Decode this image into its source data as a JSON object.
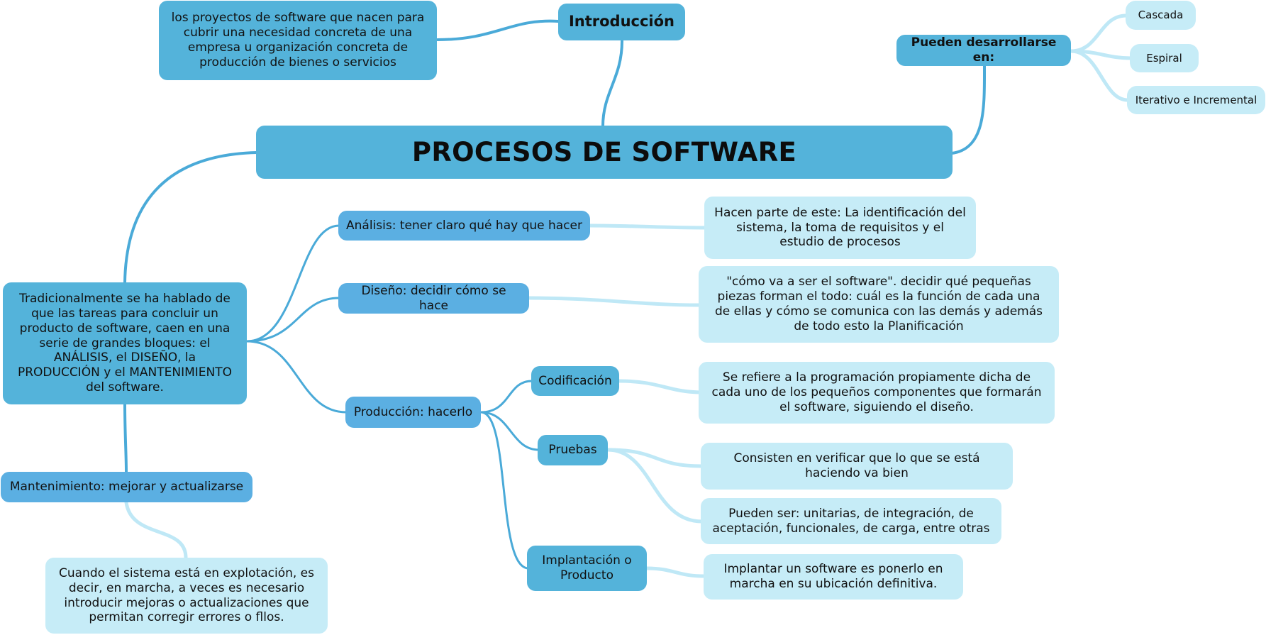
{
  "central": "PROCESOS DE SOFTWARE",
  "introduccion": {
    "label": "Introducción",
    "text": "los proyectos de software que nacen para cubrir una necesidad concreta de una empresa u organización concreta de producción de bienes o servicios"
  },
  "desarrollo": {
    "label": "Pueden desarrollarse en:",
    "items": [
      "Cascada",
      "Espiral",
      "Iterativo e Incremental"
    ]
  },
  "tradicional": "Tradicionalmente se ha hablado de que las tareas para concluir un producto de software, caen en una serie de grandes bloques: el ANÁLISIS, el DISEÑO, la PRODUCCIÓN y el MANTENIMIENTO del software.",
  "analisis": {
    "label": "Análisis: tener claro qué hay que hacer",
    "detail": "Hacen parte de este: La identificación del sistema, la toma de requisitos y el estudio de procesos"
  },
  "diseno": {
    "label": "Diseño: decidir cómo se hace",
    "detail": "\"cómo va a ser el software\". decidir qué pequeñas piezas forman el todo: cuál es la función de cada una de ellas y cómo se comunica con las demás y además de todo esto la Planificación"
  },
  "produccion": {
    "label": "Producción: hacerlo",
    "codificacion": {
      "label": "Codificación",
      "detail": "Se refiere a la programación propiamente dicha de cada uno de los pequeños componentes que formarán el software, siguiendo el diseño."
    },
    "pruebas": {
      "label": "Pruebas",
      "detail1": "Consisten en verificar que lo que se está haciendo va bien",
      "detail2": "Pueden ser: unitarias, de integración, de aceptación, funcionales, de carga, entre otras"
    },
    "implantacion": {
      "label": "Implantación o Producto",
      "detail": "Implantar un software es ponerlo en marcha en su ubicación definitiva."
    }
  },
  "mantenimiento": {
    "label": "Mantenimiento: mejorar y actualizarse",
    "detail": "Cuando el sistema está en explotación, es decir, en marcha, a veces es necesario introducir mejoras o actualizaciones que permitan corregir errores o fllos."
  },
  "colors": {
    "main": "#54b3da",
    "branch": "#5bafe2",
    "leaf": "#c6ecf7",
    "link_dark": "#4aaad8",
    "link_light": "#bfe8f6"
  }
}
